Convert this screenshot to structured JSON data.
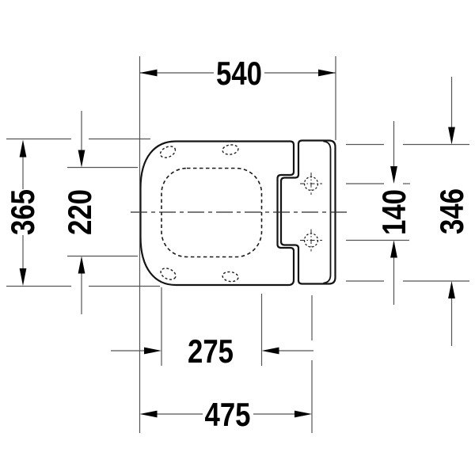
{
  "drawing": {
    "type_label": "toilet-top-view-dimension-drawing",
    "dimensions": {
      "overall_depth": "540",
      "seat_width": "365",
      "bowl_opening_width": "220",
      "bowl_opening_length": "275",
      "hole_spacing": "140",
      "tank_width": "346",
      "front_to_holes": "475"
    },
    "colors": {
      "background": "#ffffff",
      "body_outline": "#141414",
      "dimension_lines": "#555555",
      "text": "#000000"
    }
  }
}
